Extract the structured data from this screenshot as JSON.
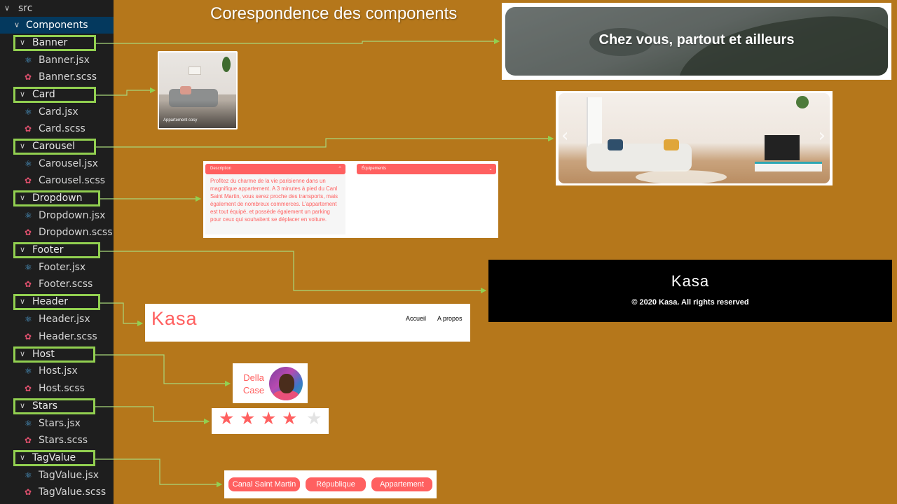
{
  "title": "Corespondence des components",
  "tree": {
    "root": "src",
    "components": "Components",
    "folders": [
      {
        "name": "Banner",
        "files": [
          "Banner.jsx",
          "Banner.scss"
        ]
      },
      {
        "name": "Card",
        "files": [
          "Card.jsx",
          "Card.scss"
        ]
      },
      {
        "name": "Carousel",
        "files": [
          "Carousel.jsx",
          "Carousel.scss"
        ]
      },
      {
        "name": "Dropdown",
        "files": [
          "Dropdown.jsx",
          "Dropdown.scss"
        ]
      },
      {
        "name": "Footer",
        "files": [
          "Footer.jsx",
          "Footer.scss"
        ]
      },
      {
        "name": "Header",
        "files": [
          "Header.jsx",
          "Header.scss"
        ]
      },
      {
        "name": "Host",
        "files": [
          "Host.jsx",
          "Host.scss"
        ]
      },
      {
        "name": "Stars",
        "files": [
          "Stars.jsx",
          "Stars.scss"
        ]
      },
      {
        "name": "TagValue",
        "files": [
          "TagValue.jsx",
          "TagValue.scss"
        ]
      }
    ]
  },
  "banner": {
    "text": "Chez vous, partout et ailleurs"
  },
  "card": {
    "title": "Appartement cosy"
  },
  "dropdown": {
    "description_title": "Description",
    "description_text": "Profitez du charme de la vie parisienne dans un magnifique appartement. A 3 minutes à pied du Canl Saint Martin, vous serez proche des transports, mais également de nombreux commerces. L'appartement est tout équipé, et possède également un parking pour ceux qui souhaitent se déplacer en voiture.",
    "equipment_title": "Équipements"
  },
  "footer": {
    "logo": "Kasa",
    "copyright": "© 2020 Kasa. All rights reserved"
  },
  "header": {
    "logo": "Kasa",
    "nav": [
      "Accueil",
      "A propos"
    ]
  },
  "host": {
    "name_line1": "Della",
    "name_line2": "Case"
  },
  "stars": {
    "rating": 4,
    "max": 5
  },
  "tags": [
    "Canal Saint Martin",
    "République",
    "Appartement"
  ],
  "colors": {
    "background": "#b5771b",
    "accent": "#ff6060",
    "highlight": "#92d050",
    "tree_bg": "#1e1e1e"
  },
  "icons": {
    "jsx": "react-icon",
    "scss": "sass-icon",
    "folder_open": "chevron-down-icon"
  }
}
